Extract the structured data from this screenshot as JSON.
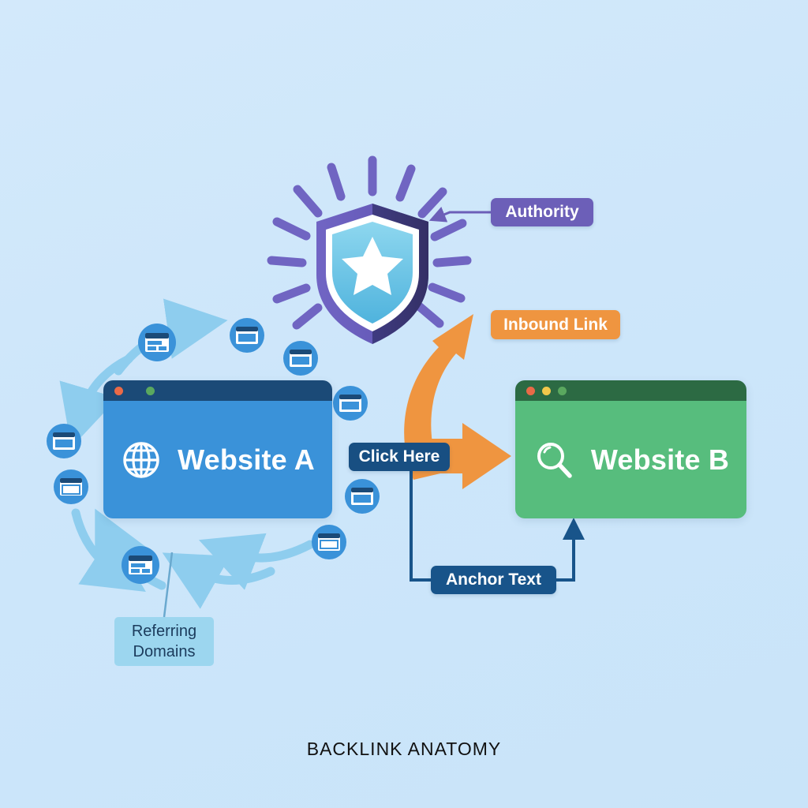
{
  "caption": "BACKLINK ANATOMY",
  "background_color": "#cde6fa",
  "nodes": {
    "website_a": {
      "title": "Website A",
      "icon": "globe-icon",
      "bar_color": "#1b4a77",
      "body_color": "#3a92d9",
      "dots": [
        "red",
        "yellow",
        "green"
      ]
    },
    "website_b": {
      "title": "Website B",
      "icon": "magnifier-icon",
      "bar_color": "#2c6a43",
      "body_color": "#57bd7d",
      "dots": [
        "red",
        "yellow",
        "green"
      ]
    }
  },
  "badges": {
    "authority": {
      "label": "Authority",
      "color": "#6c5fb8"
    },
    "inbound_link": {
      "label": "Inbound Link",
      "color": "#ef9540"
    },
    "click_here": {
      "label": "Click Here",
      "color": "#184f82"
    },
    "anchor_text": {
      "label": "Anchor Text",
      "color": "#18548a"
    },
    "referring_domains": {
      "line1": "Referring",
      "line2": "Domains",
      "color": "#9cd6ef",
      "text_color": "#1b3b5c"
    }
  },
  "shield": {
    "icon": "shield-star-icon",
    "outer_left_color": "#6b5fc0",
    "outer_right_color": "#3d3a7a",
    "inner_color": "#6ec6e8",
    "star_color": "#ffffff",
    "ray_count": 14,
    "ray_color": "#6b5fc0"
  },
  "referring_domain_icons": {
    "icon": "browser-window-icon",
    "count": 10,
    "circle_color": "#3a92d9",
    "glyph_color": "#ffffff",
    "glyph_bar_color": "#1b4a77"
  },
  "flow_arrows": {
    "orbit_color": "#8ecdee",
    "inbound_color": "#ef9540",
    "connector_color": "#18548a"
  }
}
